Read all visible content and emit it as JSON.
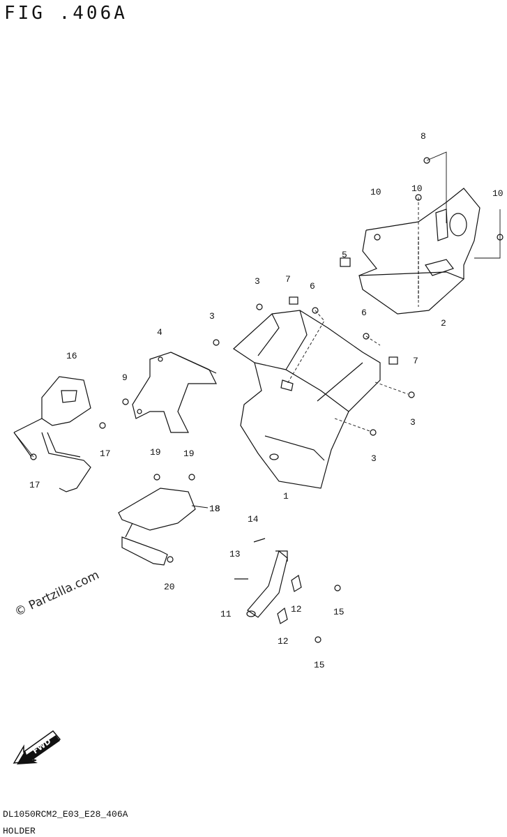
{
  "figure": {
    "title": "FIG .406A",
    "code": "DL1050RCM2_E03_E28_406A",
    "name": "HOLDER",
    "watermark": "© Partzilla.com",
    "fwd_label": "FWD"
  },
  "callouts": [
    "1",
    "2",
    "3",
    "3",
    "3",
    "3",
    "4",
    "5",
    "6",
    "6",
    "7",
    "7",
    "8",
    "8",
    "9",
    "10",
    "10",
    "10",
    "11",
    "12",
    "12",
    "13",
    "14",
    "15",
    "15",
    "16",
    "17",
    "17",
    "18",
    "19",
    "19",
    "20"
  ],
  "colors": {
    "line": "#111111",
    "background": "#ffffff"
  }
}
